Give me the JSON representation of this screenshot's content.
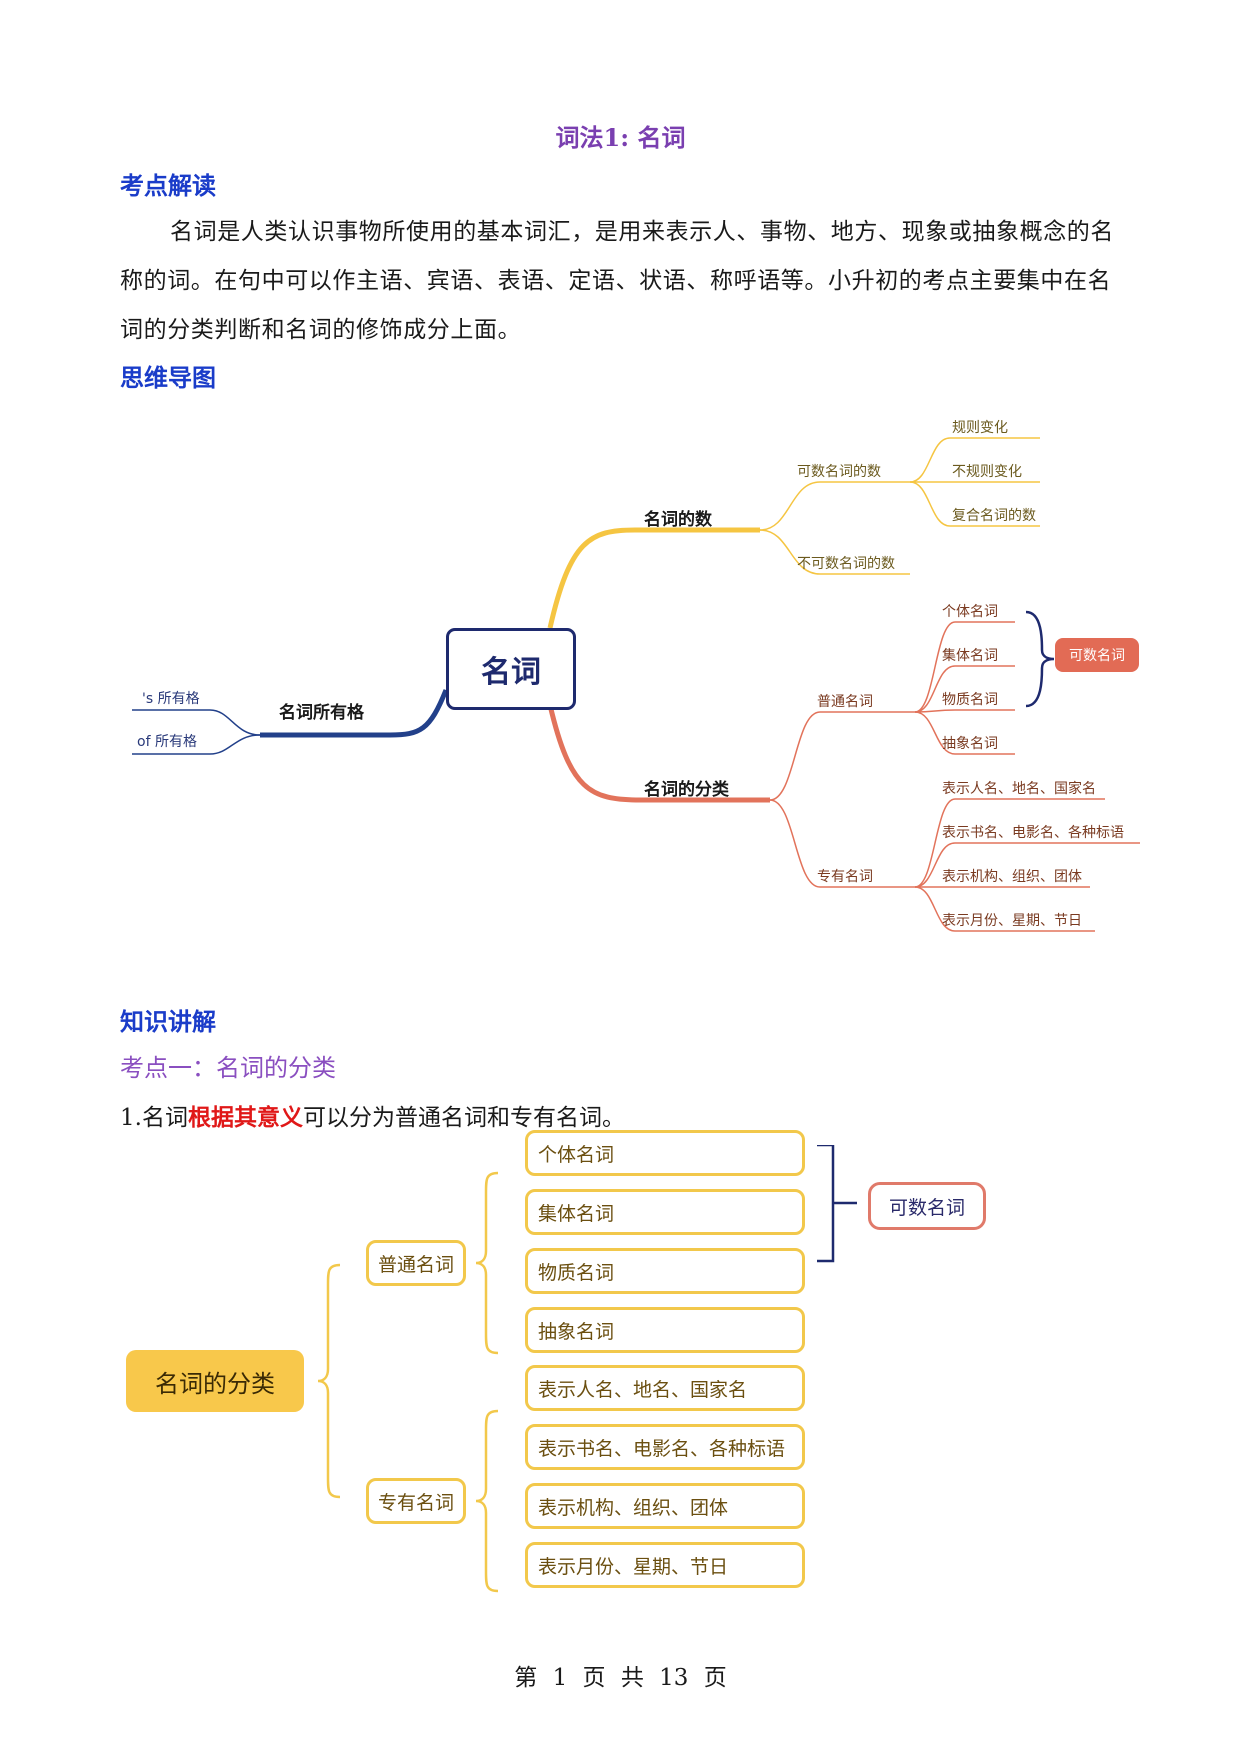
{
  "doc_title": "词法1: 名词",
  "section_reading": "考点解读",
  "intro_paragraph": "名词是人类认识事物所使用的基本词汇，是用来表示人、事物、地方、现象或抽象概念的名称的词。在句中可以作主语、宾语、表语、定语、状语、称呼语等。小升初的考点主要集中在名词的分类判断和名词的修饰成分上面。",
  "section_mindmap": "思维导图",
  "mindmap": {
    "center": "名词",
    "number_branch": {
      "label": "名词的数",
      "countable": "可数名词的数",
      "countable_items": [
        "规则变化",
        "不规则变化",
        "复合名词的数"
      ],
      "uncountable": "不可数名词的数"
    },
    "class_branch": {
      "label": "名词的分类",
      "common": "普通名词",
      "common_items": [
        "个体名词",
        "集体名词",
        "物质名词",
        "抽象名词"
      ],
      "countable_badge": "可数名词",
      "proper": "专有名词",
      "proper_items": [
        "表示人名、地名、国家名",
        "表示书名、电影名、各种标语",
        "表示机构、组织、团体",
        "表示月份、星期、节日"
      ]
    },
    "possessive_branch": {
      "label": "名词所有格",
      "items": [
        "'s 所有格",
        "of 所有格"
      ]
    }
  },
  "section_knowledge": "知识讲解",
  "point_one": "考点一：名词的分类",
  "line1": {
    "prefix": "1.名词",
    "highlight": "根据其意义",
    "suffix": "可以分为普通名词和专有名词。"
  },
  "classification": {
    "root": "名词的分类",
    "common": "普通名词",
    "common_items": [
      "个体名词",
      "集体名词",
      "物质名词",
      "抽象名词"
    ],
    "countable_badge": "可数名词",
    "proper": "专有名词",
    "proper_items": [
      "表示人名、地名、国家名",
      "表示书名、电影名、各种标语",
      "表示机构、组织、团体",
      "表示月份、星期、节日"
    ]
  },
  "footer": "第 1 页 共 13 页",
  "colors": {
    "title_purple": "#7a3fb0",
    "heading_blue": "#1a3cc9",
    "highlight_red": "#e01818",
    "yellow": "#f2c84b",
    "orange": "#e26b55",
    "navy": "#1e2a6e"
  }
}
